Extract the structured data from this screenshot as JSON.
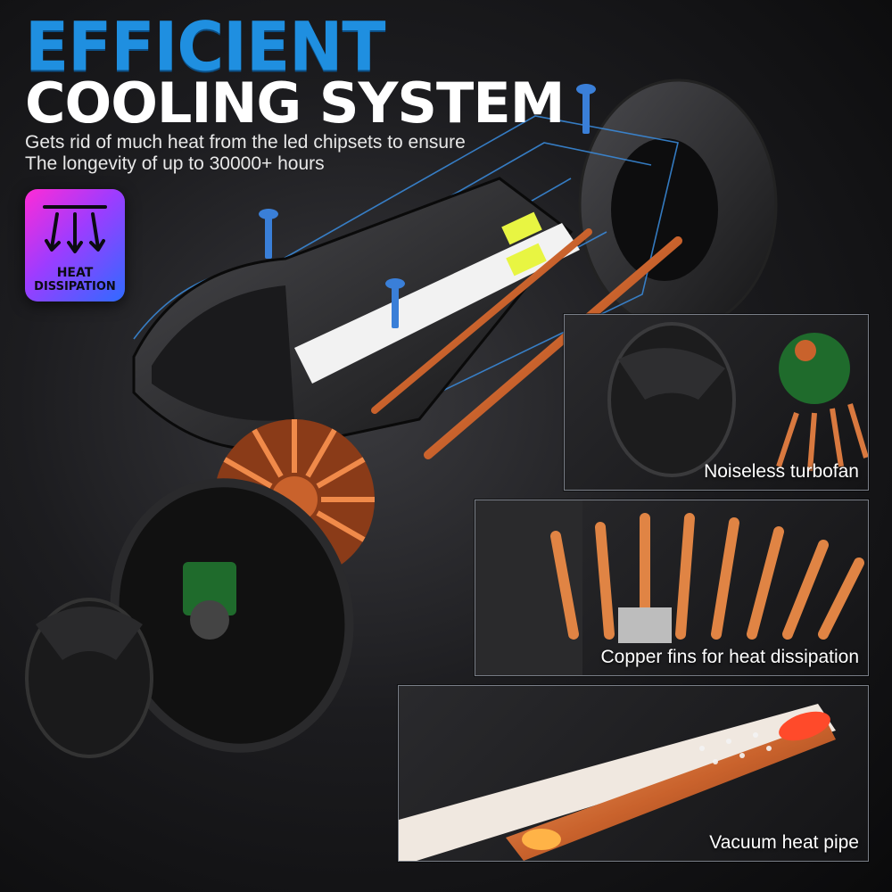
{
  "headline": {
    "line1": "EFFICIENT",
    "line2": "COOLING SYSTEM"
  },
  "subtitle": {
    "line1": "Gets rid of much heat from the led chipsets to ensure",
    "line2": "The longevity of up to 30000+ hours"
  },
  "badge": {
    "icon": "heat-dissipation-arrows-icon",
    "line1": "HEAT",
    "line2": "DISSIPATION",
    "colors": [
      "#ff2bd6",
      "#9d3cff",
      "#2f6bff"
    ]
  },
  "panels": [
    {
      "caption": "Noiseless turbofan",
      "icon": "turbofan-icon"
    },
    {
      "caption": "Copper fins for heat dissipation",
      "icon": "copper-fins-icon"
    },
    {
      "caption": "Vacuum heat pipe",
      "icon": "heat-pipe-icon"
    }
  ],
  "colors": {
    "headline_blue": "#1f8fe0",
    "copper": "#d9793f",
    "blueprint": "#3a8de0"
  }
}
